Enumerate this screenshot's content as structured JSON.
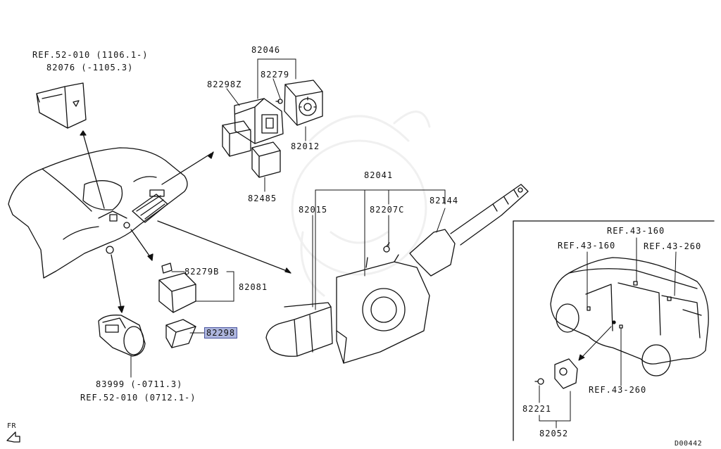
{
  "labels": {
    "hazard_ref": "REF.52-010 (1106.1-)",
    "hazard_part": "82076 (-1105.3)",
    "p82046": "82046",
    "p82279_top": "82279",
    "p82298z": "82298Z",
    "p82012": "82012",
    "p82485": "82485",
    "p82041": "82041",
    "p82015": "82015",
    "p82207c": "82207C",
    "p82144": "82144",
    "p82279b": "82279B",
    "p82081": "82081",
    "p82298": "82298",
    "p83999": "83999 (-0711.3)",
    "ref_52_010b": "REF.52-010 (0712.1-)",
    "ref_43_160_a": "REF.43-160",
    "ref_43_160_b": "REF.43-160",
    "ref_43_260_a": "REF.43-260",
    "ref_43_260_b": "REF.43-260",
    "p82221": "82221",
    "p82052": "82052",
    "fr": "FR",
    "drawing_no": "D00442"
  },
  "highlighted_part": "82298",
  "colors": {
    "highlight_fill": "#aeb6de",
    "highlight_border": "#4b56a0",
    "line": "#111111"
  }
}
